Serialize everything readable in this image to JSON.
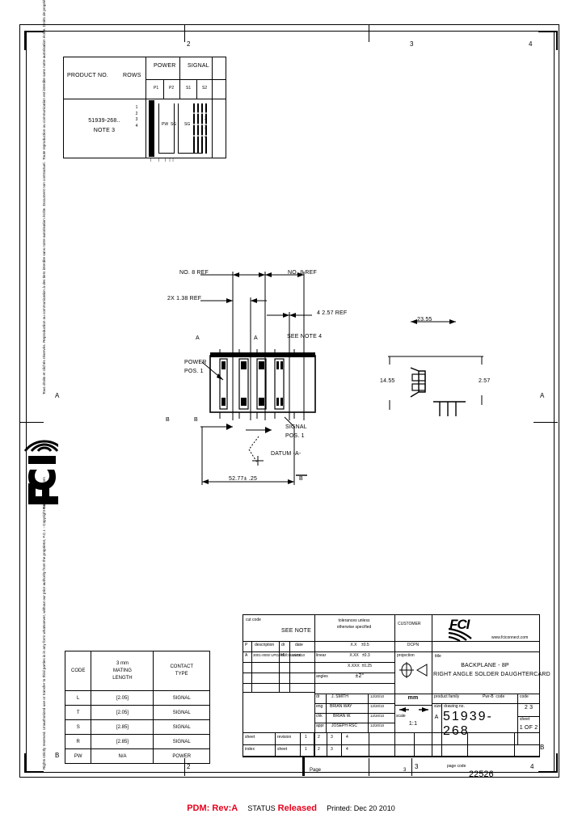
{
  "document": {
    "kind": "engineering-drawing",
    "sheet_size": "720x1012"
  },
  "zones": {
    "top": [
      "2",
      "3",
      "4"
    ],
    "bottom": [
      "2",
      "3",
      "4"
    ],
    "left": [
      "A",
      "B"
    ],
    "right": [
      "A",
      "B"
    ]
  },
  "legal_text": {
    "upper": "Tous droits et clichés réservés. Reproduction ou communication à des tiers interdite sans notre autorisation écrite. Document non contractuel.  Toute reproduction ou communication est interdite sans notre autorisation écrite. Droits de propriété de F.C.I.",
    "lower": "Rights strictly reserved. Unauthorized use or transfer to third parties is in any form whatsoever, without our prior authority from the proprietor, F.C.I. - Copyright F.C.I."
  },
  "product_table": {
    "headers": [
      "PRODUCT NO.",
      "ROWS",
      "POWER",
      "SIGNAL"
    ],
    "subheaders": [
      "P1",
      "P2",
      "S1",
      "S2"
    ],
    "row": {
      "product_no": "51939-268..",
      "note": "NOTE 3",
      "rows": "1\n2\n3\n4",
      "power_signal": "PWR  SIG  SIG  SIG  SIG\nPWR SIG SIG SIG"
    }
  },
  "code_table": {
    "headers": [
      "CODE",
      "3 mm\nMATING\nLENGTH",
      "CONTACT\nTYPE"
    ],
    "rows": [
      {
        "code": "L",
        "length": "[2.05]",
        "type": "SIGNAL"
      },
      {
        "code": "T",
        "length": "[2.05]",
        "type": "SIGNAL"
      },
      {
        "code": "S",
        "length": "[2.85]",
        "type": "SIGNAL"
      },
      {
        "code": "R",
        "length": "[2.85]",
        "type": "SIGNAL"
      },
      {
        "code": "PW",
        "length": "N/A",
        "type": "POWER"
      }
    ]
  },
  "dimensions": {
    "top_left": "NO. 8 REF",
    "top_right": "NO. 8 REF",
    "second_left": "2X 1.38 REF",
    "mid_right": "4 2.57 REF",
    "see_note": "SEE NOTE 4",
    "power_pos": "POWER\nPOS. 1",
    "signal_pos": "SIGNAL\nPOS. 1",
    "datum": "DATUM -A-",
    "overall": "52.77± .25",
    "right_width": "23.55",
    "right_height": "14.55",
    "right_depth": "2.57"
  },
  "title_block": {
    "cut_code_label": "cut code",
    "cut_code_value": "SEE NOTE",
    "tolerance_title": "tolerances unless\notherwise specified",
    "tolerance_rows": [
      "X.X    ±0.5",
      "X.XX   ±0.3",
      "X.XXX  ±0.25"
    ],
    "linear_label": "linear",
    "angles_label": "angles",
    "angles_value": "±2°",
    "customer_label": "CUSTOMER",
    "customer_value": "DCPN",
    "projection_label": "projection",
    "title_label": "title",
    "title_value": "BACKPLANE - 8P\nRIGHT ANGLE SOLDER DAUGHTERCARD",
    "website": "www.fciconnect.com",
    "brand": "FCI",
    "rev_headers": [
      "P",
      "description",
      "dr",
      "date"
    ],
    "rev_rows": [
      {
        "rev": "A",
        "desc": "3001-0000 UPDATE CHANGE",
        "by": "MV",
        "date": "12/20/10"
      }
    ],
    "approvals": [
      {
        "role": "dr",
        "name": "J. SMITH",
        "date": "12/20/10"
      },
      {
        "role": "eng",
        "name": "BRIAN WAY",
        "date": "12/20/10"
      },
      {
        "role": "chk",
        "name": "BRIAN W.",
        "date": "12/20/10"
      },
      {
        "role": "appr",
        "name": "JOSEPH RSC",
        "date": "12/20/10"
      }
    ],
    "units_label": "mm",
    "scale_label": "scale",
    "scale_value": "1:1",
    "product_family_label": "product family",
    "pwb_code_label": "Pwr-B  code",
    "pwb_code_value": "2 3",
    "code_label": "code",
    "sheet_label": "sheet",
    "sheet_value": "1 OF 2",
    "size_label": "size",
    "size_value": "A",
    "drawing_no_label": "drawing no.",
    "drawing_no": "51939-268",
    "page_label": "Page",
    "page_rev": "3",
    "page_code_label": "page code",
    "page_code": "22526",
    "page_zone": "4",
    "sheet_revision_row": [
      "sheet",
      "revision",
      "1",
      "2",
      "3",
      "4"
    ],
    "index_row": [
      "index",
      "sheet",
      "1",
      "2",
      "3",
      "4"
    ]
  },
  "status_bar": {
    "pdm_label": "PDM:",
    "pdm_value": "Rev:A",
    "status_label": "STATUS",
    "status_value": "Released",
    "printed": "Printed: Dec 20 2010"
  },
  "colors": {
    "ink": "#000000",
    "status_red": "#e8001c"
  }
}
